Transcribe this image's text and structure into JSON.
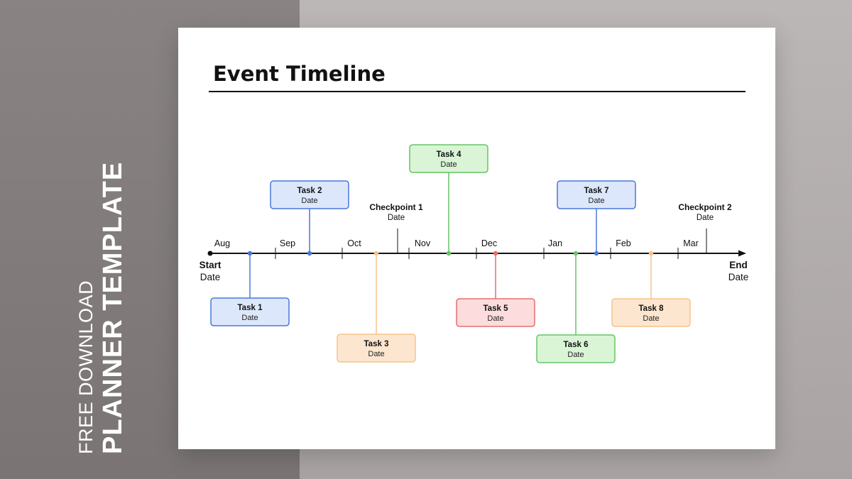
{
  "side": {
    "free_download": "FREE DOWNLOAD",
    "planner_template": "PLANNER TEMPLATE"
  },
  "title": "Event Timeline",
  "start": {
    "label": "Start",
    "date": "Date"
  },
  "end": {
    "label": "End",
    "date": "Date"
  },
  "months": [
    "Aug",
    "Sep",
    "Oct",
    "Nov",
    "Dec",
    "Jan",
    "Feb",
    "Mar"
  ],
  "checkpoints": [
    {
      "label": "Checkpoint 1",
      "date": "Date"
    },
    {
      "label": "Checkpoint 2",
      "date": "Date"
    }
  ],
  "tasks": [
    {
      "label": "Task 1",
      "date": "Date",
      "color": "blue"
    },
    {
      "label": "Task 2",
      "date": "Date",
      "color": "blue"
    },
    {
      "label": "Task 3",
      "date": "Date",
      "color": "orange"
    },
    {
      "label": "Task 4",
      "date": "Date",
      "color": "green"
    },
    {
      "label": "Task 5",
      "date": "Date",
      "color": "red"
    },
    {
      "label": "Task 6",
      "date": "Date",
      "color": "green"
    },
    {
      "label": "Task 7",
      "date": "Date",
      "color": "blue"
    },
    {
      "label": "Task 8",
      "date": "Date",
      "color": "orange"
    }
  ],
  "colors": {
    "blue": {
      "fill": "#dde7fb",
      "stroke": "#4a78d9"
    },
    "green": {
      "fill": "#daf4d6",
      "stroke": "#66c466"
    },
    "orange": {
      "fill": "#fde6cf",
      "stroke": "#f5c38c"
    },
    "red": {
      "fill": "#fcdcdc",
      "stroke": "#e46f6f"
    }
  }
}
